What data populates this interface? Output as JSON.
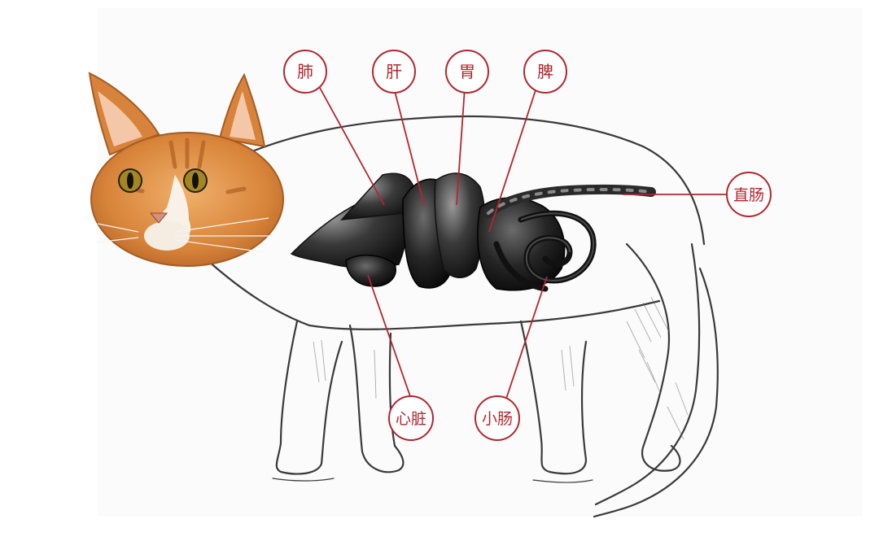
{
  "labels": {
    "lung": "肺",
    "liver": "肝",
    "stomach": "胃",
    "spleen": "脾",
    "rectum": "直肠",
    "heart": "心脏",
    "small_intestine": "小肠"
  },
  "colors": {
    "label_stroke": "#b3262e",
    "label_text": "#b3262e",
    "body_outline": "#3a3a3a",
    "organ_dark": "#1b1b1b",
    "cat_fur_orange": "#d98a3e"
  }
}
